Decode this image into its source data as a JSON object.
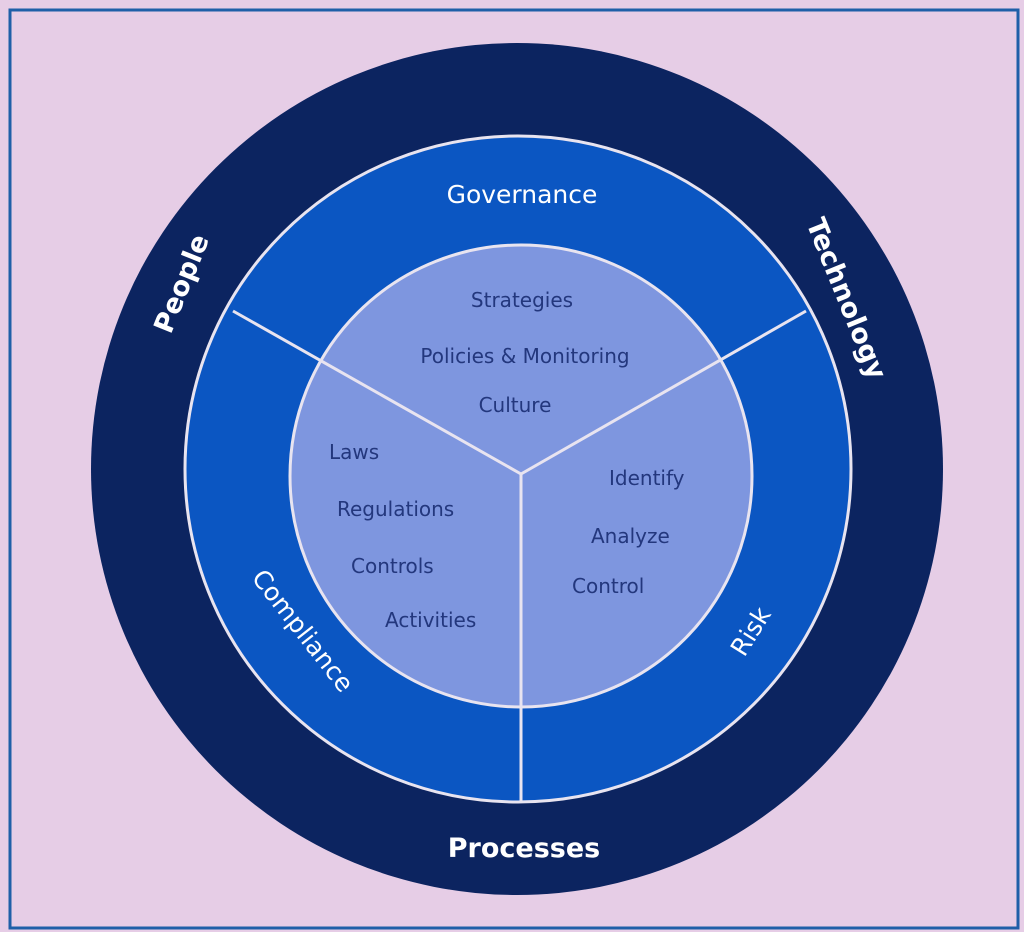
{
  "colors": {
    "background": "#e6cde6",
    "frame": "#1f5fa8",
    "outer_ring": "#0c2460",
    "middle_ring": "#0b56c2",
    "inner_circle": "#7e96df",
    "divider": "#e8e4f0"
  },
  "outer_ring": {
    "top_left": "People",
    "top_right": "Technology",
    "bottom": "Processes"
  },
  "middle_ring": {
    "top": "Governance",
    "bottom_left": "Compliance",
    "bottom_right": "Risk"
  },
  "inner": {
    "governance_items": [
      "Strategies",
      "Policies & Monitoring",
      "Culture"
    ],
    "compliance_items": [
      "Laws",
      "Regulations",
      "Controls",
      "Activities"
    ],
    "risk_items": [
      "Identify",
      "Analyze",
      "Control"
    ]
  }
}
